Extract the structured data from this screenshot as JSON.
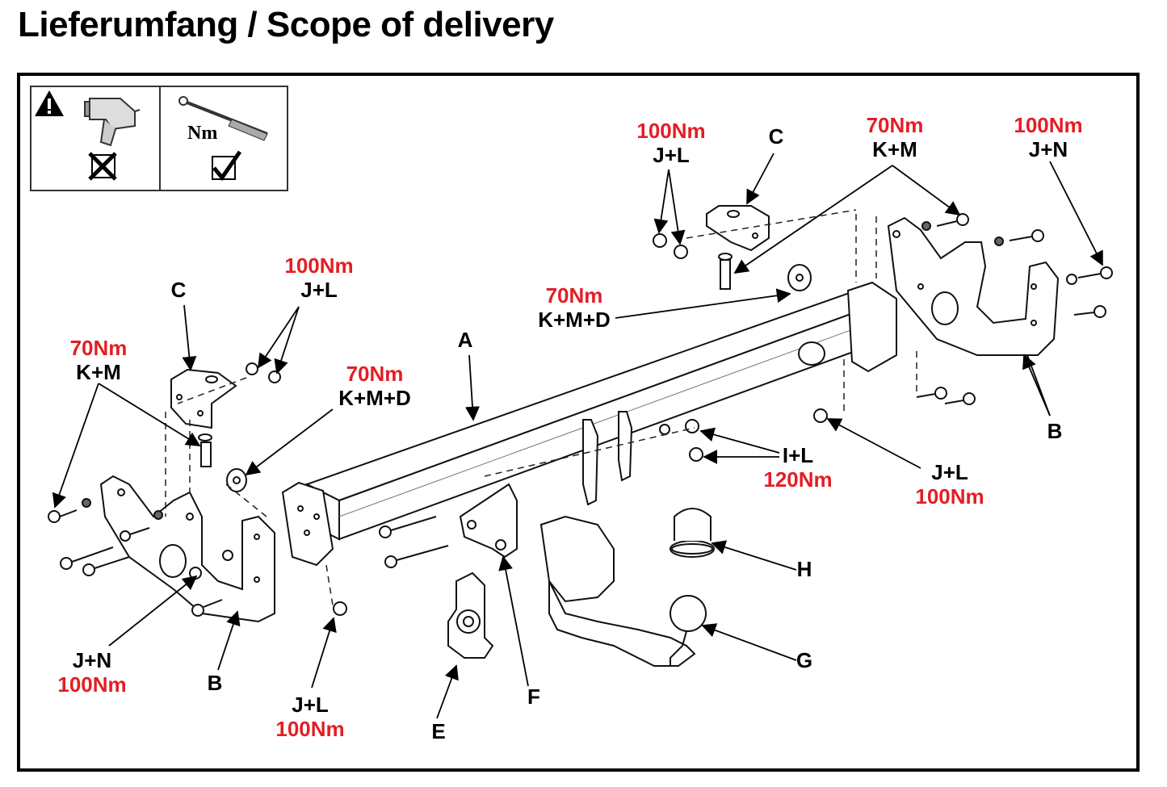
{
  "title": "Lieferumfang / Scope of delivery",
  "icons": {
    "impact_wrench": "impact-wrench-icon",
    "impact_forbidden": "x-box-icon",
    "torque_wrench_unit": "Nm",
    "torque_allowed": "check-box-icon"
  },
  "parts": {
    "A": "A",
    "B1": "B",
    "B2": "B",
    "C1": "C",
    "C2": "C",
    "E": "E",
    "F": "F",
    "G": "G",
    "H": "H"
  },
  "callouts": {
    "c_left_top": {
      "torque": "100Nm",
      "parts": "J+L"
    },
    "c_left_km": {
      "torque": "70Nm",
      "parts": "K+M"
    },
    "c_left_kmd": {
      "torque": "70Nm",
      "parts": "K+M+D"
    },
    "c_left_jn": {
      "parts": "J+N",
      "torque": "100Nm"
    },
    "c_left_jl": {
      "parts": "J+L",
      "torque": "100Nm"
    },
    "c_mid_kmd": {
      "torque": "70Nm",
      "parts": "K+M+D"
    },
    "c_right_jl": {
      "torque": "100Nm",
      "parts": "J+L"
    },
    "c_right_km": {
      "torque": "70Nm",
      "parts": "K+M"
    },
    "c_right_jn": {
      "torque": "100Nm",
      "parts": "J+N"
    },
    "c_il": {
      "parts": "I+L",
      "torque": "120Nm"
    },
    "c_bottom_jl": {
      "parts": "J+L",
      "torque": "100Nm"
    }
  },
  "colors": {
    "torque": "#e31e24",
    "text": "#000000"
  }
}
